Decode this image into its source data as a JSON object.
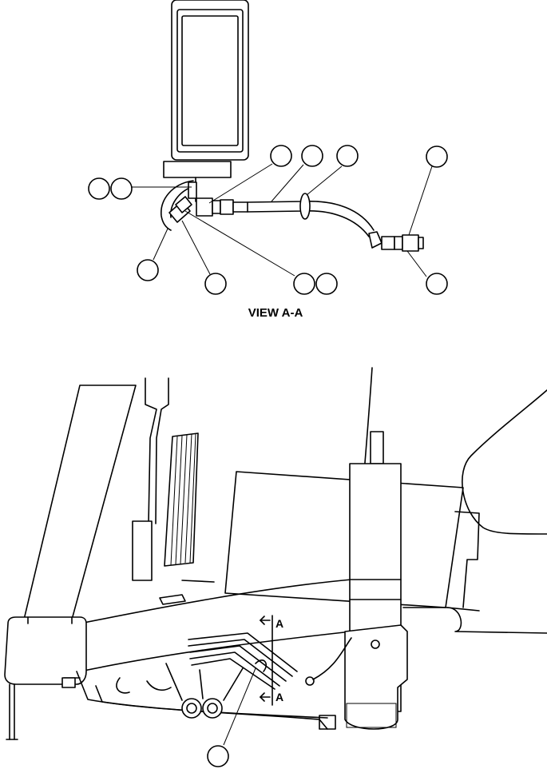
{
  "view_title": "VIEW A-A",
  "section_marks": [
    "A",
    "A"
  ],
  "callout_numbers": [
    "",
    "",
    "",
    "",
    "",
    "",
    "",
    "",
    "",
    "",
    "",
    ""
  ]
}
